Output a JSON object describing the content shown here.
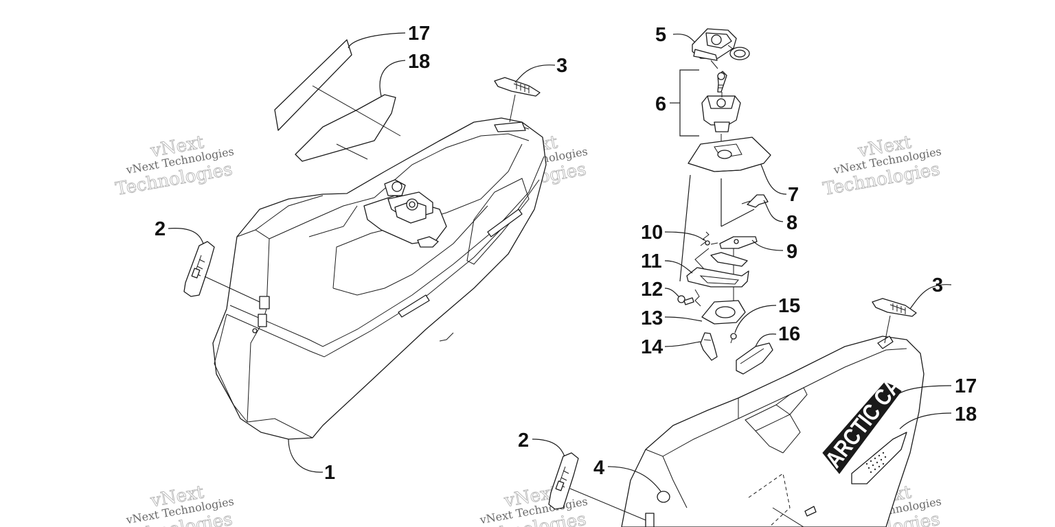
{
  "callouts": {
    "c1": "1",
    "c2a": "2",
    "c2b": "2",
    "c3a": "3",
    "c3b": "3",
    "c4": "4",
    "c5": "5",
    "c6": "6",
    "c7": "7",
    "c8": "8",
    "c9": "9",
    "c10": "10",
    "c11": "11",
    "c12": "12",
    "c13": "13",
    "c14": "14",
    "c15": "15",
    "c16": "16",
    "c17a": "17",
    "c17b": "17",
    "c18a": "18",
    "c18b": "18"
  },
  "decal": {
    "brand_text": "ARCTIC CAT"
  },
  "watermark": {
    "line_small": "vNext Technologies",
    "line_top": "vNext",
    "line_bottom": "Technologies"
  }
}
